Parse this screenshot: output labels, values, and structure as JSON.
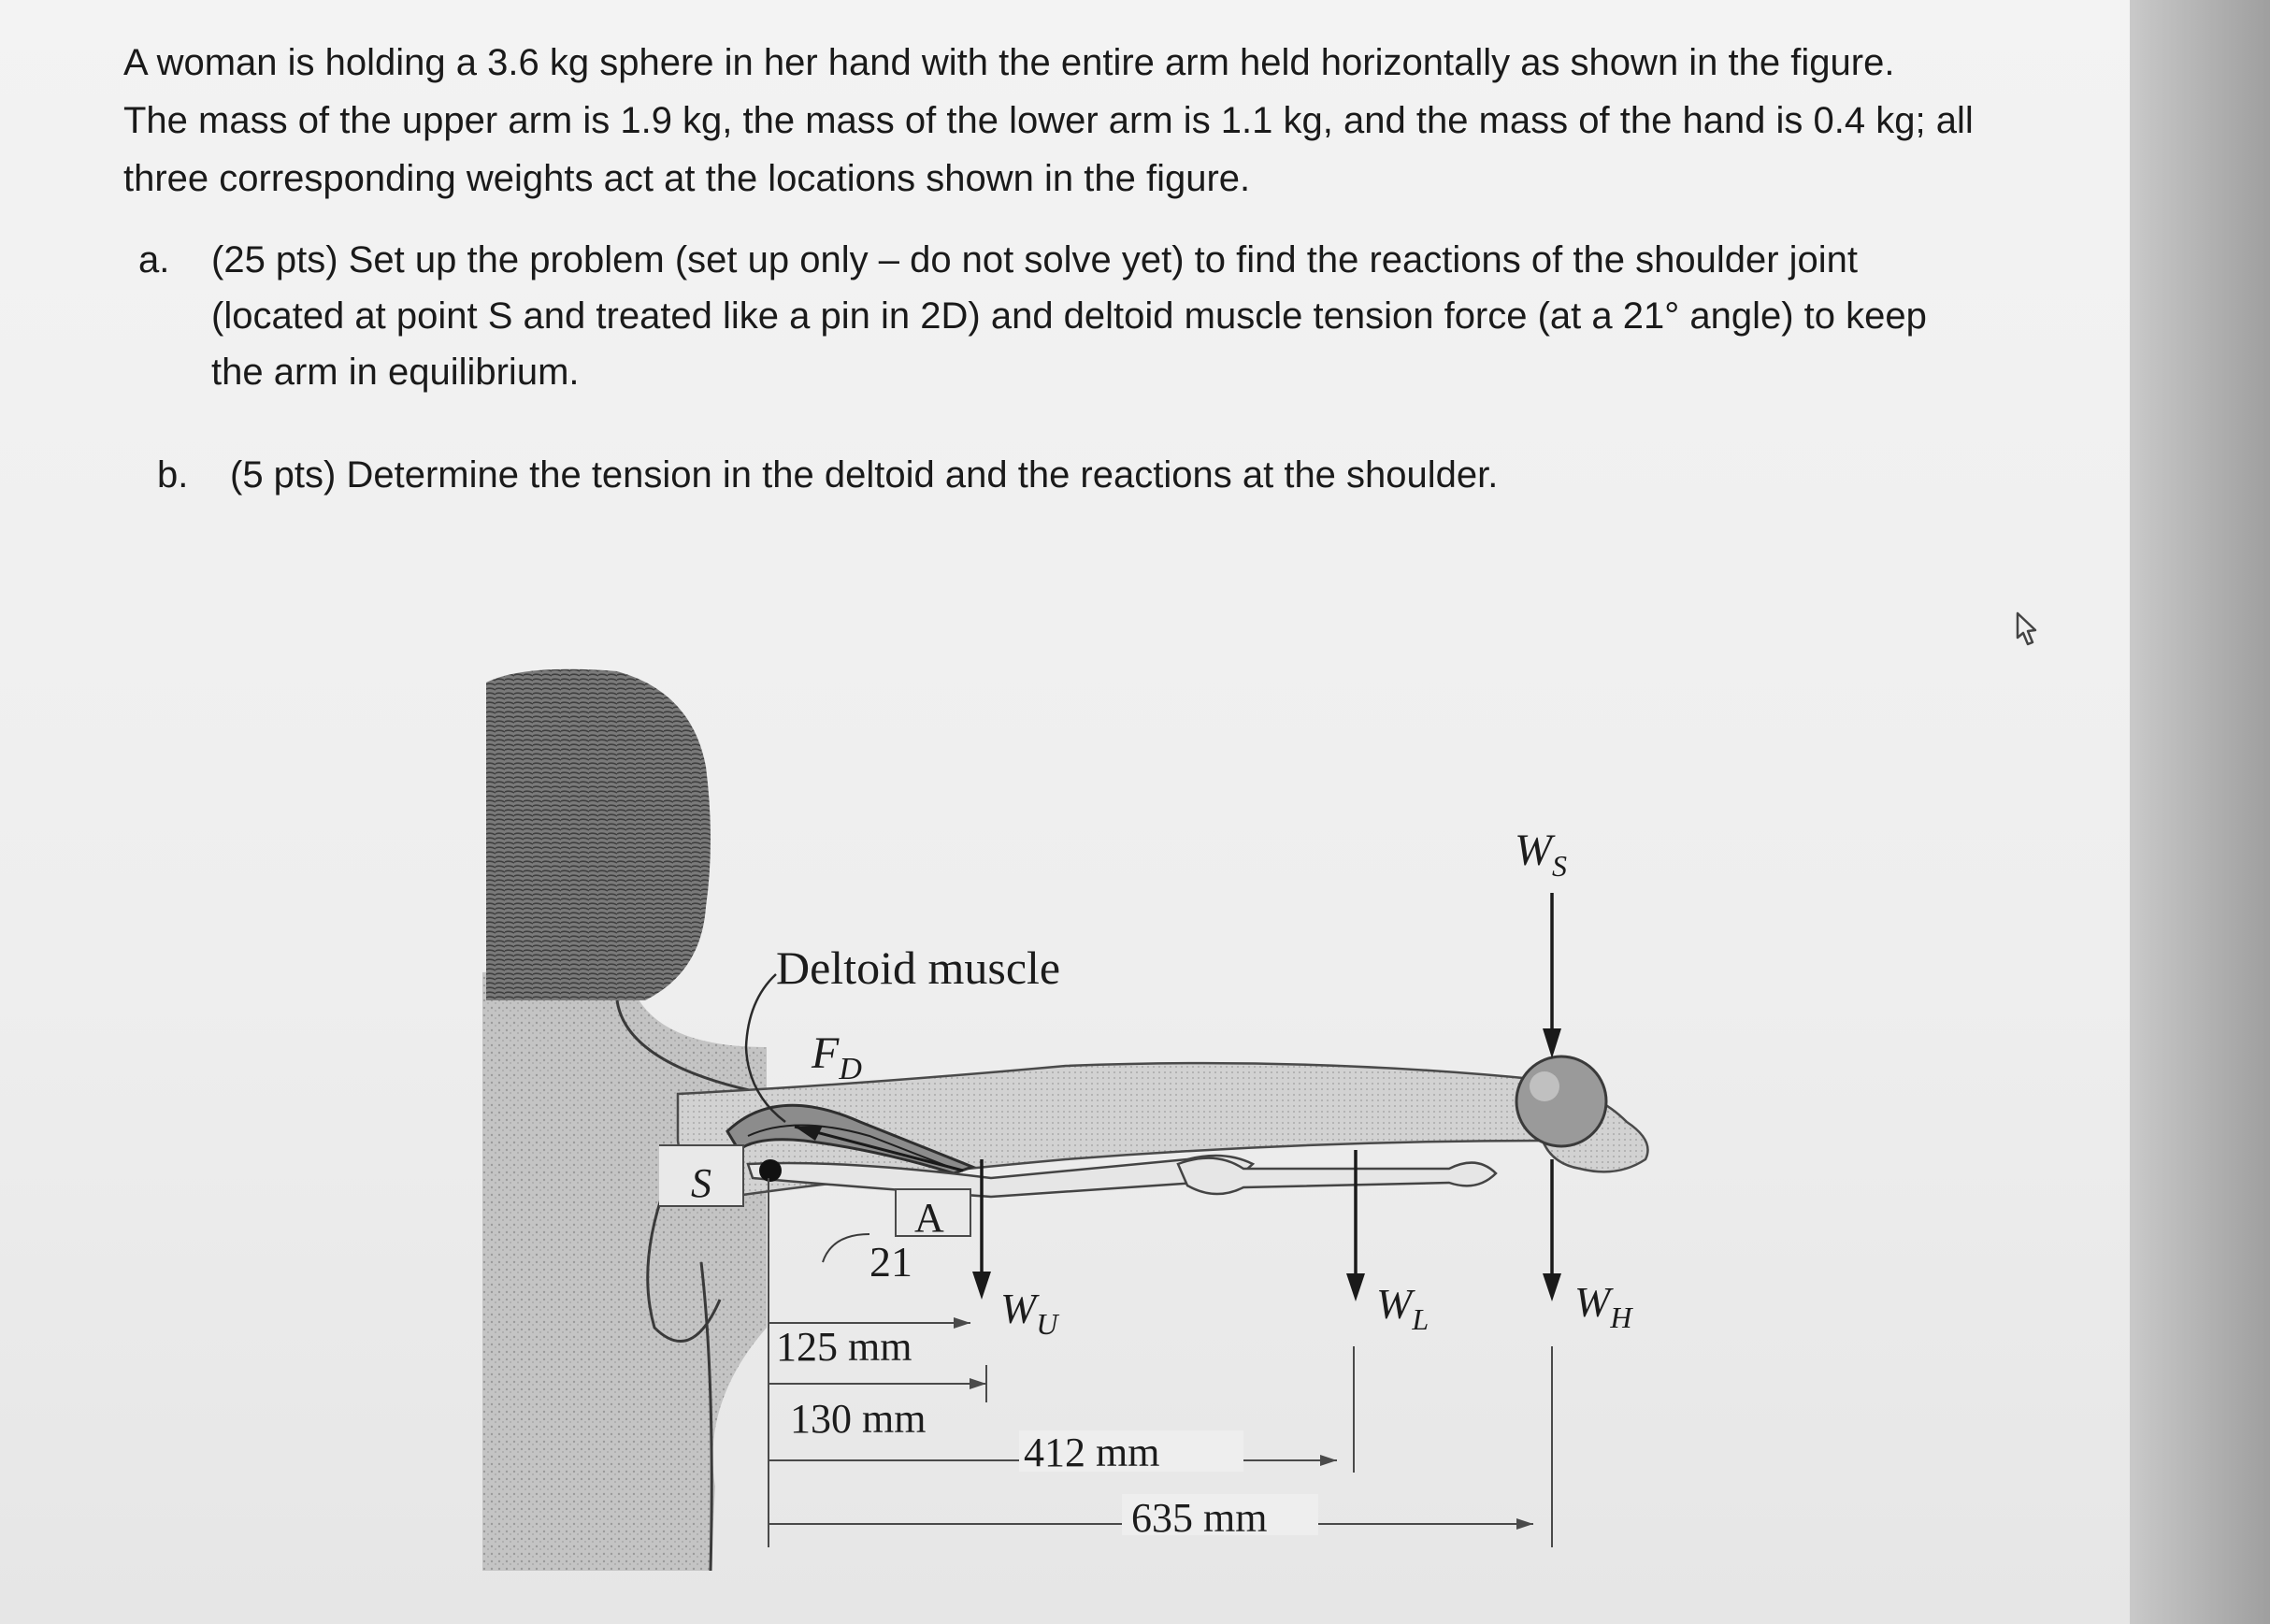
{
  "problem": {
    "intro_line1": "A woman is holding a 3.6 kg sphere in her hand with the entire arm held horizontally as shown in the figure.",
    "intro_line2": "The mass of the upper arm is 1.9 kg, the mass of the lower arm is 1.1 kg, and the mass of the hand is 0.4 kg; all",
    "intro_line3": "three corresponding weights act at the locations shown in the figure.",
    "part_a": {
      "label": "a.",
      "line1": "(25 pts) Set up the problem (set up only – do not solve yet) to find the reactions of the shoulder joint",
      "line2": "(located at point S and treated like a pin in 2D) and deltoid muscle tension force (at a 21° angle) to keep",
      "line3": "the arm in equilibrium."
    },
    "part_b": {
      "label": "b.",
      "line1": "(5 pts) Determine the tension in the deltoid and the reactions at the shoulder."
    }
  },
  "figure": {
    "deltoid_label": "Deltoid muscle",
    "fd_label": "F",
    "fd_sub": "D",
    "s_label": "S",
    "a_label": "A",
    "angle_label": "21",
    "wu_label": "W",
    "wu_sub": "U",
    "wl_label": "W",
    "wl_sub": "L",
    "wh_label": "W",
    "wh_sub": "H",
    "ws_label": "W",
    "ws_sub": "S",
    "dim_125": "125 mm",
    "dim_130": "130 mm",
    "dim_412": "412 mm",
    "dim_635": "635 mm"
  },
  "colors": {
    "text": "#1a1a1a",
    "page": "#efefef",
    "arm_shade": "#bdbdbd",
    "hair": "#6a6a6a"
  }
}
